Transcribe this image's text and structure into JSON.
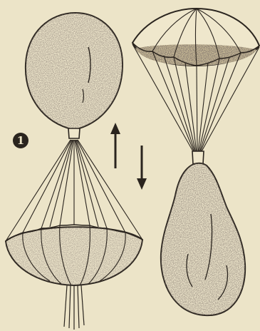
{
  "step_marker": {
    "label": "1"
  },
  "icons": {
    "left": [
      "inflated-balloon",
      "inverted-parachute"
    ],
    "center": [
      "up-arrow",
      "down-arrow"
    ],
    "right": [
      "open-parachute",
      "deflated-balloon"
    ]
  },
  "colors": {
    "paper": "#ece4c8",
    "ink": "#2a241e",
    "stipple": "#3a3128"
  }
}
